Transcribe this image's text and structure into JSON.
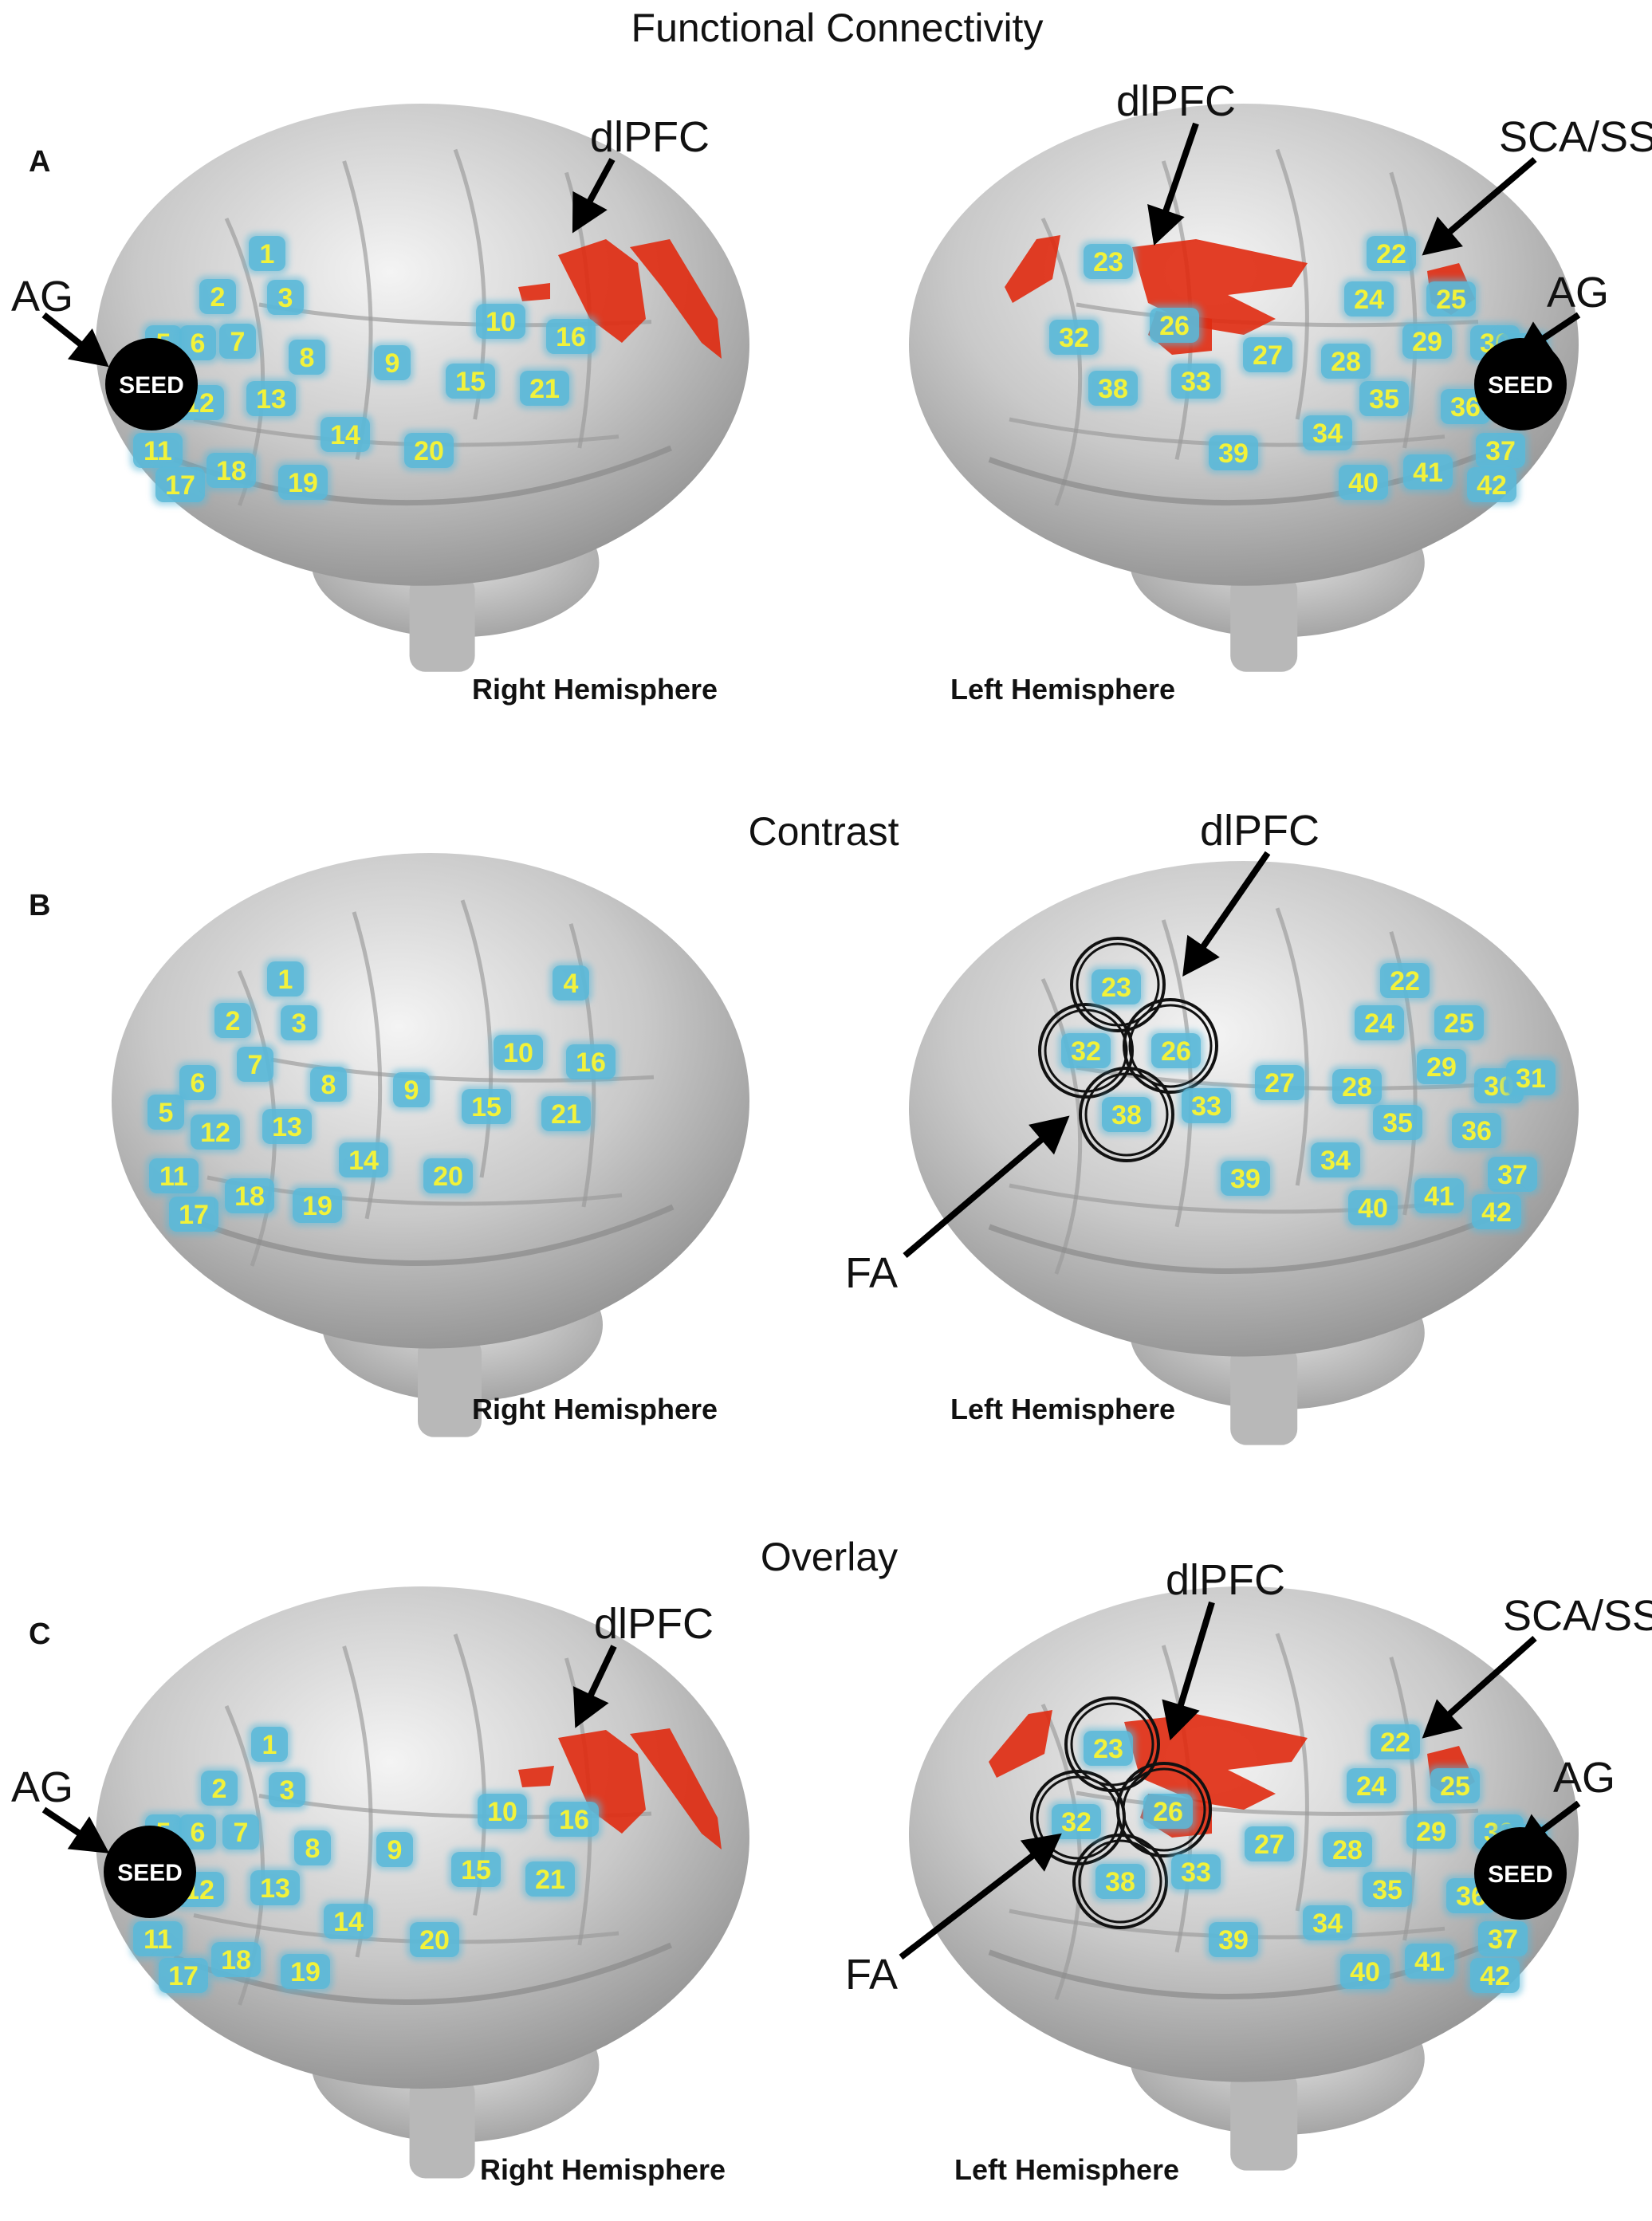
{
  "titles": {
    "a": "Functional Connectivity",
    "b": "Contrast",
    "c": "Overlay"
  },
  "panels": [
    {
      "letter": "A",
      "right_label": "Right Hemisphere",
      "left_label": "Left Hemisphere",
      "right_region": "dlPFC",
      "left_region": "dlPFC",
      "left_region2": "SCA/SS",
      "ag_right": "AG",
      "ag_left": "AG",
      "seed": "SEED"
    },
    {
      "letter": "B",
      "right_label": "Right Hemisphere",
      "left_label": "Left Hemisphere",
      "left_region": "dlPFC",
      "fa": "FA"
    },
    {
      "letter": "C",
      "right_label": "Right Hemisphere",
      "left_label": "Left Hemisphere",
      "right_region": "dlPFC",
      "left_region": "dlPFC",
      "left_region2": "SCA/SS",
      "ag_right": "AG",
      "ag_left": "AG",
      "seed": "SEED",
      "fa": "FA"
    }
  ],
  "electrodes_right": [
    "1",
    "2",
    "3",
    "4",
    "5",
    "6",
    "7",
    "8",
    "9",
    "10",
    "11",
    "12",
    "13",
    "14",
    "15",
    "16",
    "17",
    "18",
    "19",
    "20",
    "21"
  ],
  "electrodes_left": [
    "22",
    "23",
    "24",
    "25",
    "26",
    "27",
    "28",
    "29",
    "30",
    "31",
    "32",
    "33",
    "34",
    "35",
    "36",
    "37",
    "38",
    "39",
    "40",
    "41",
    "42"
  ],
  "colors": {
    "brain": "#cfcfcf",
    "activation": "#e02a10",
    "electrode_fill": "#5ab8d8",
    "electrode_text": "#f2f23a",
    "seed": "#000000"
  }
}
